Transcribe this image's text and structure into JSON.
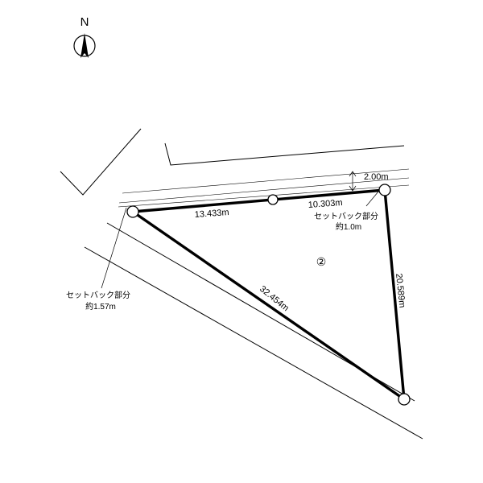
{
  "compass": {
    "label": "N"
  },
  "lot": {
    "number": "②"
  },
  "dimensions": {
    "edge_top_left": "13.433m",
    "edge_top_right": "10.303m",
    "edge_right": "20.589m",
    "edge_diagonal": "32.454m",
    "road_width": "2.00m"
  },
  "setbacks": {
    "right": {
      "line1": "セットバック部分",
      "line2": "約1.0m"
    },
    "left": {
      "line1": "セットバック部分",
      "line2": "約1.57m"
    }
  }
}
